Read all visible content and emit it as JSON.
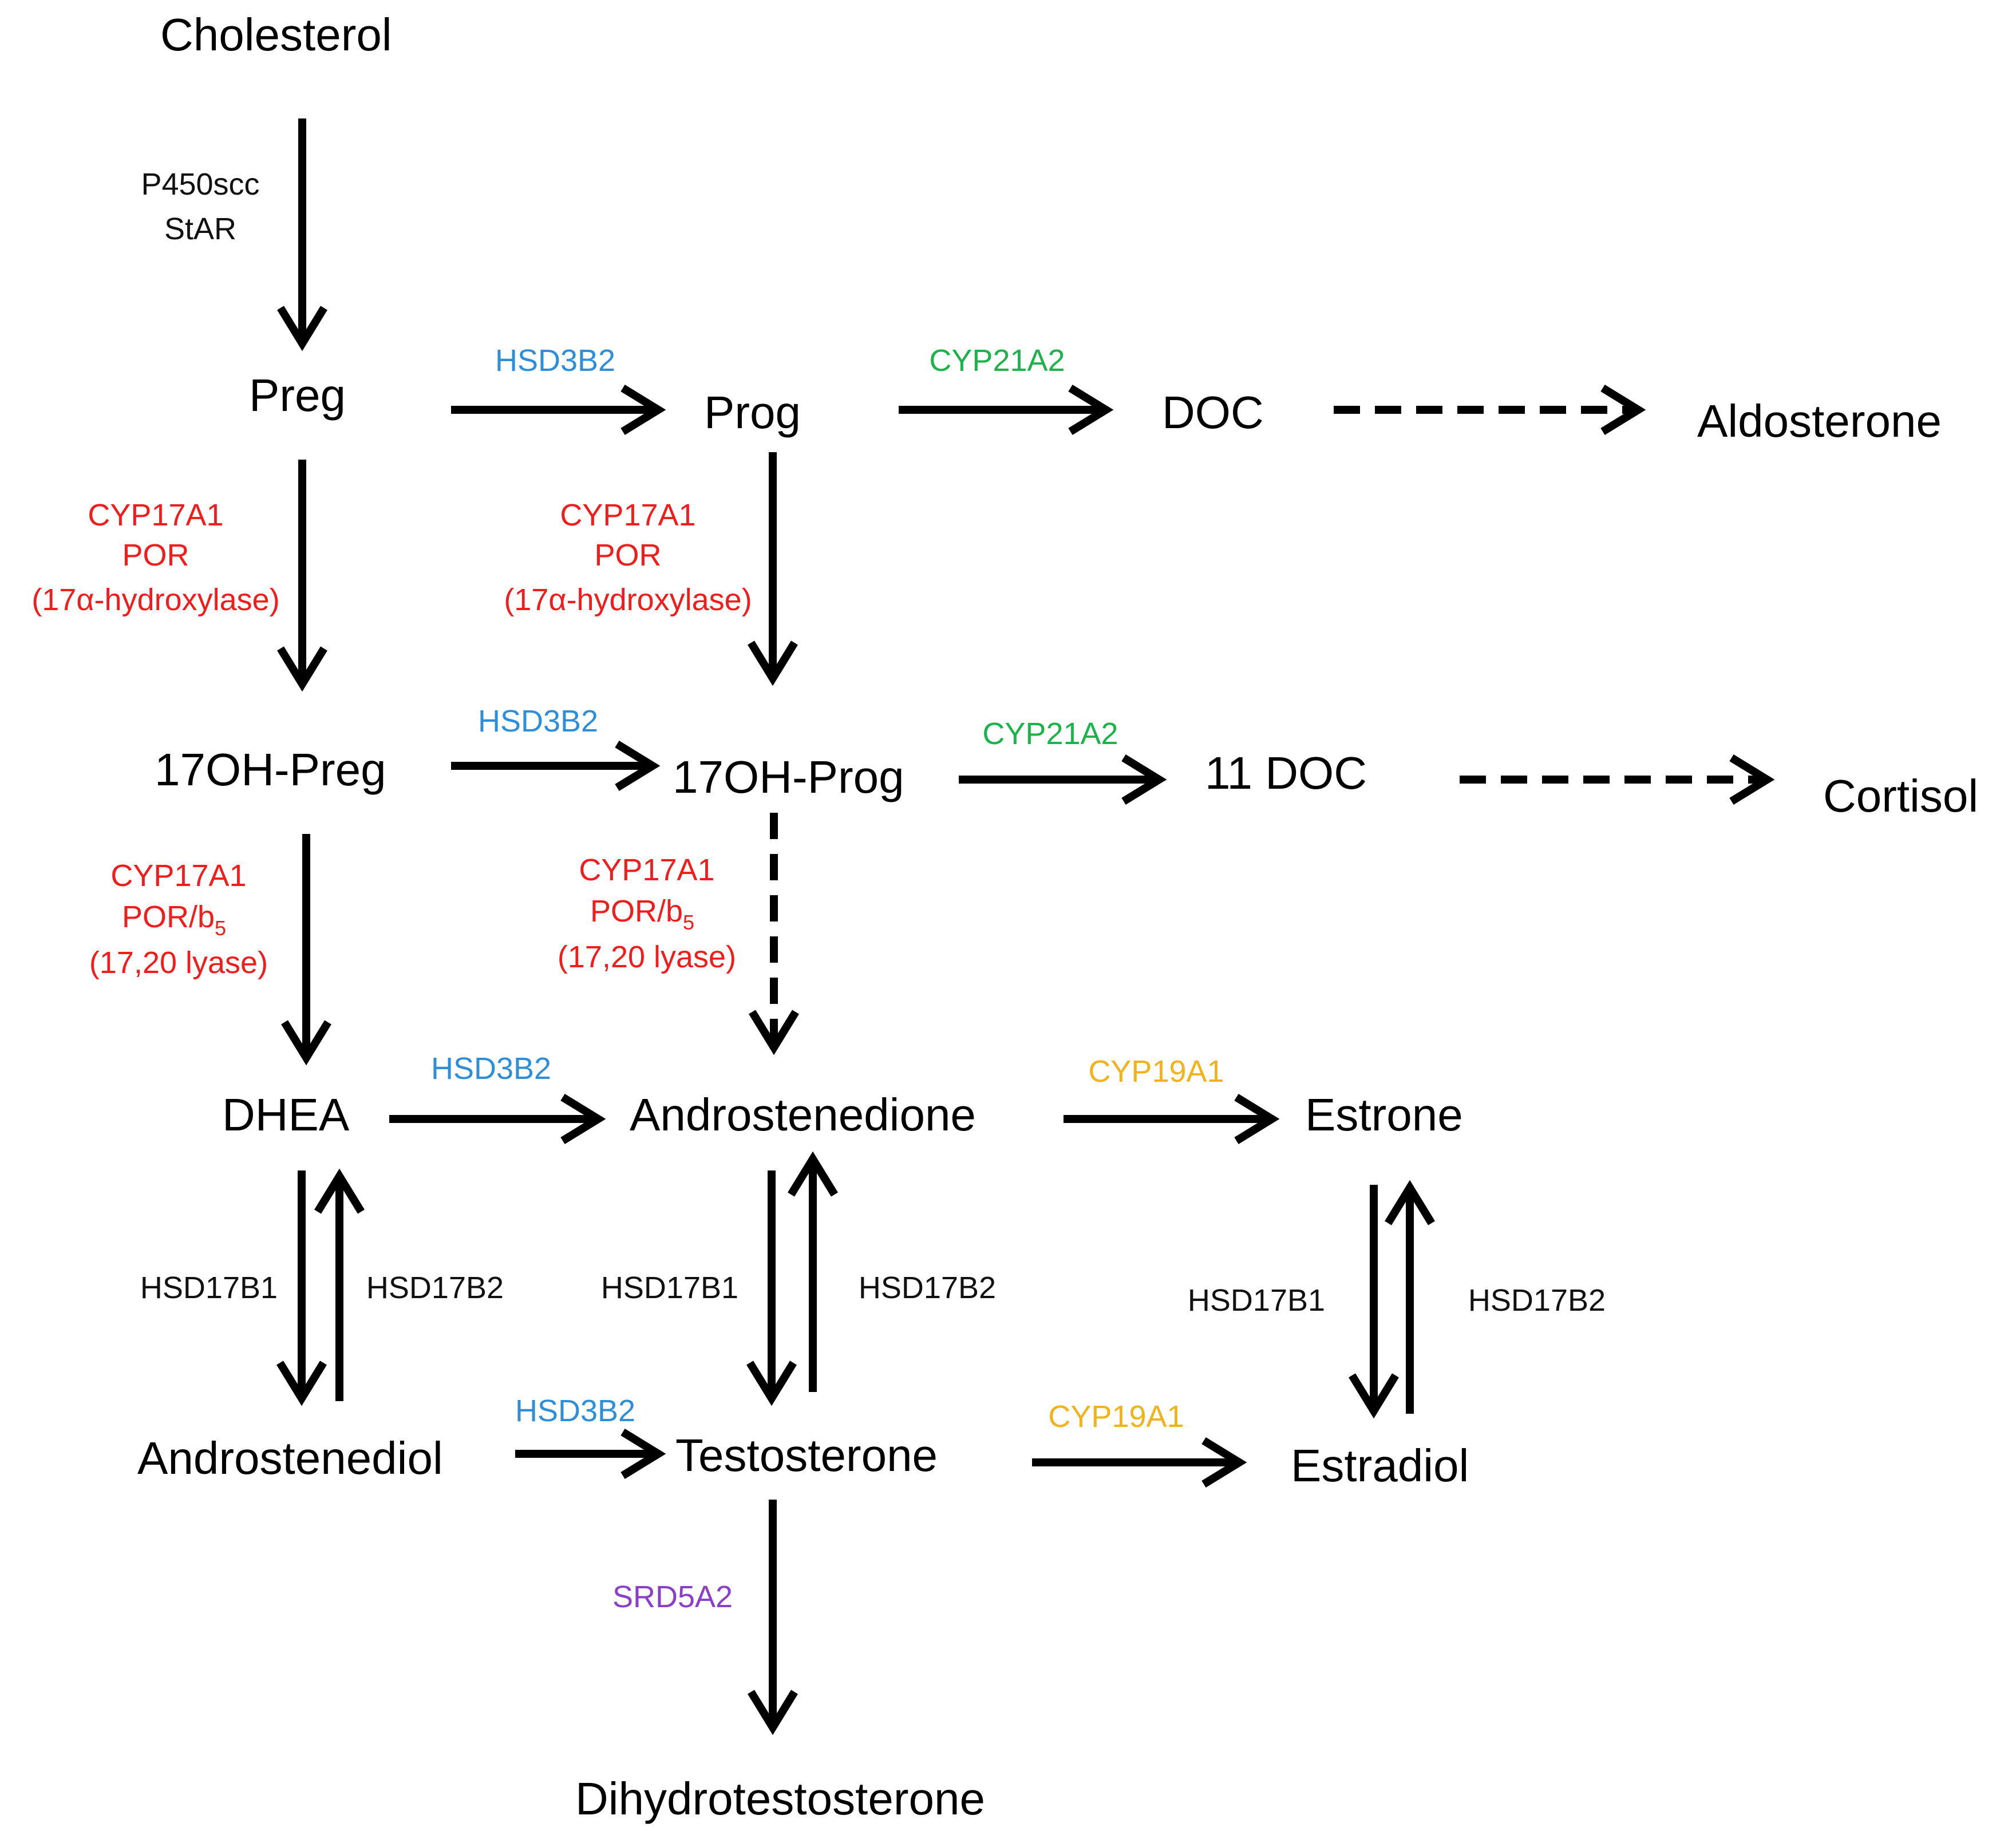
{
  "colors": {
    "node": "#000000",
    "enzyme_default": "#111111",
    "HSD3B2": "#2E8FD8",
    "CYP21A2": "#1DB24A",
    "CYP17A1": "#F11C1C",
    "CYP19A1": "#F2B21A",
    "SRD5A2": "#8B3FC9"
  },
  "nodes": {
    "cholesterol": "Cholesterol",
    "preg": "Preg",
    "prog": "Prog",
    "doc": "DOC",
    "aldosterone": "Aldosterone",
    "oh_preg": "17OH-Preg",
    "oh_prog": "17OH-Prog",
    "doc11": "11 DOC",
    "cortisol": "Cortisol",
    "dhea": "DHEA",
    "androstenedione": "Androstenedione",
    "estrone": "Estrone",
    "androstenediol": "Androstenediol",
    "testosterone": "Testosterone",
    "estradiol": "Estradiol",
    "dht": "Dihydrotestosterone"
  },
  "enzymes": {
    "p450scc": "P450scc",
    "star": "StAR",
    "hsd3b2": "HSD3B2",
    "cyp21a2": "CYP21A2",
    "cyp17a1": "CYP17A1",
    "por": "POR",
    "hydroxylase": "(17α-hydroxylase)",
    "por_b": "POR/b",
    "b_sub": "5",
    "lyase": "(17,20 lyase)",
    "cyp19a1": "CYP19A1",
    "hsd17b1": "HSD17B1",
    "hsd17b2": "HSD17B2",
    "srd5a2": "SRD5A2"
  }
}
